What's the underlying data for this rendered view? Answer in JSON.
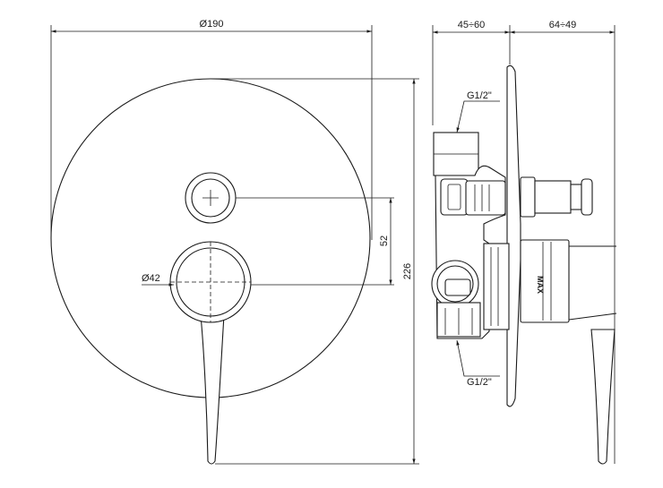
{
  "drawing": {
    "dimensions": {
      "overall_diameter": "Ø190",
      "wall_depth": "45÷60",
      "projection": "64÷49",
      "handle_spacing": "52",
      "overall_height": "226",
      "handle_diameter": "Ø42"
    },
    "threads": {
      "top": "G1/2\"",
      "bottom": "G1/2\""
    },
    "marking": "MAX",
    "colors": {
      "line": "#1a1a1a",
      "background": "#ffffff"
    }
  }
}
